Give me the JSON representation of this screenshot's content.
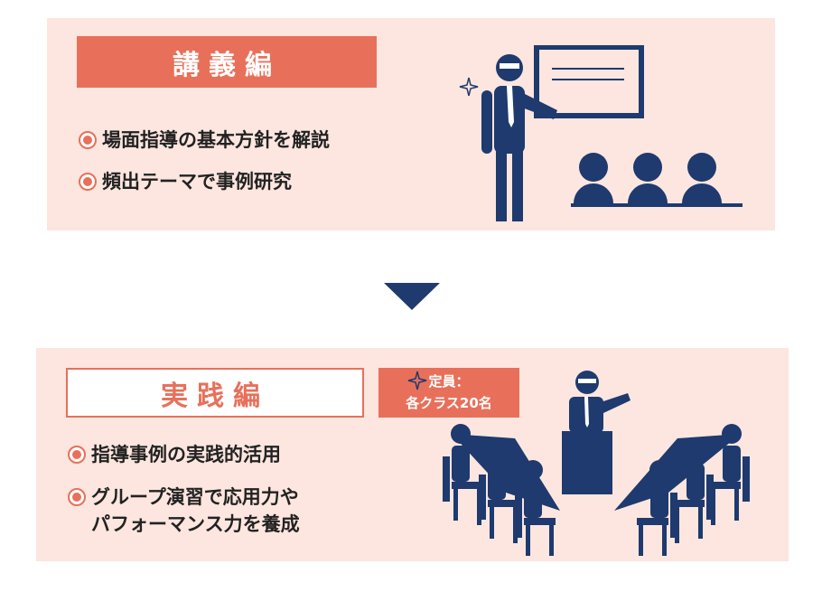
{
  "lecture": {
    "title": "講義編",
    "bullets": [
      "場面指導の基本方針を解説",
      "頻出テーマで事例研究"
    ]
  },
  "practice": {
    "title": "実践編",
    "capacity_label": "定員：",
    "capacity_value": "各クラス20名",
    "bullets": [
      "指導事例の実践的活用",
      "グループ演習で応用力や\nパフォーマンス力を養成"
    ]
  },
  "colors": {
    "panel": "#fce6df",
    "accent": "#e8705a",
    "navy": "#1e3a6e"
  }
}
